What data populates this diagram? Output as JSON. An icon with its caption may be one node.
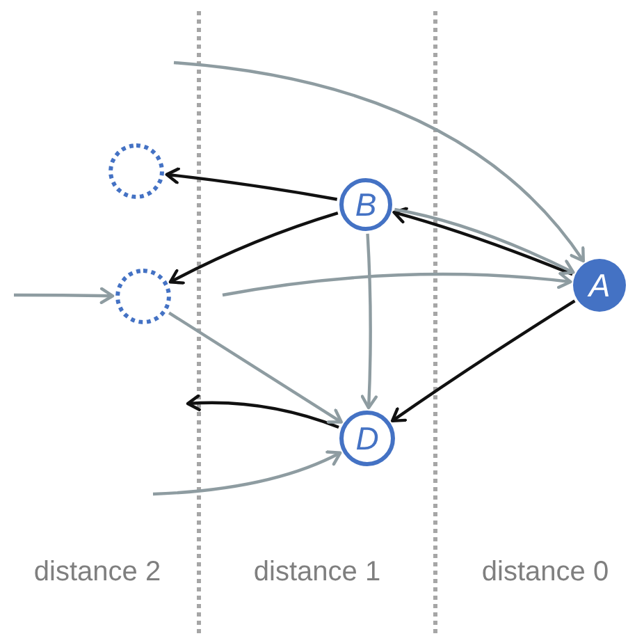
{
  "diagram": {
    "nodes": [
      {
        "text": [],
        "shape": "circle"
      },
      {
        "text": [
          "B"
        ]
      },
      {
        "text": [],
        "shape": "circle"
      },
      {
        "text": [
          "A"
        ]
      },
      {
        "text": [
          "D"
        ]
      }
    ],
    "edges": [
      {
        "from": 1,
        "to": 0,
        "arrow": "to",
        "color": "#111111"
      },
      {
        "from": 1,
        "to": 2,
        "arrow": "to",
        "color": "#111111"
      },
      {
        "from": 3,
        "to": 1,
        "arrow": "to",
        "color": "#111111"
      },
      {
        "from": 3,
        "to": 4,
        "arrow": "to",
        "color": "#111111"
      },
      {
        "from": 4,
        "to": null,
        "arrow": "to",
        "color": "#111111"
      },
      {
        "from": null,
        "to": 3,
        "arrow": "to"
      },
      {
        "from": 1,
        "to": 3,
        "arrow": "to"
      },
      {
        "from": 1,
        "to": 4,
        "arrow": "to"
      },
      {
        "from": null,
        "to": 3,
        "arrow": "to"
      },
      {
        "from": null,
        "to": 2,
        "arrow": "to"
      },
      {
        "from": 2,
        "to": 4,
        "arrow": "to"
      },
      {
        "from": null,
        "to": 4,
        "arrow": "to"
      }
    ],
    "labels": [
      "distance 2",
      "distance 1",
      "distance 0"
    ]
  }
}
